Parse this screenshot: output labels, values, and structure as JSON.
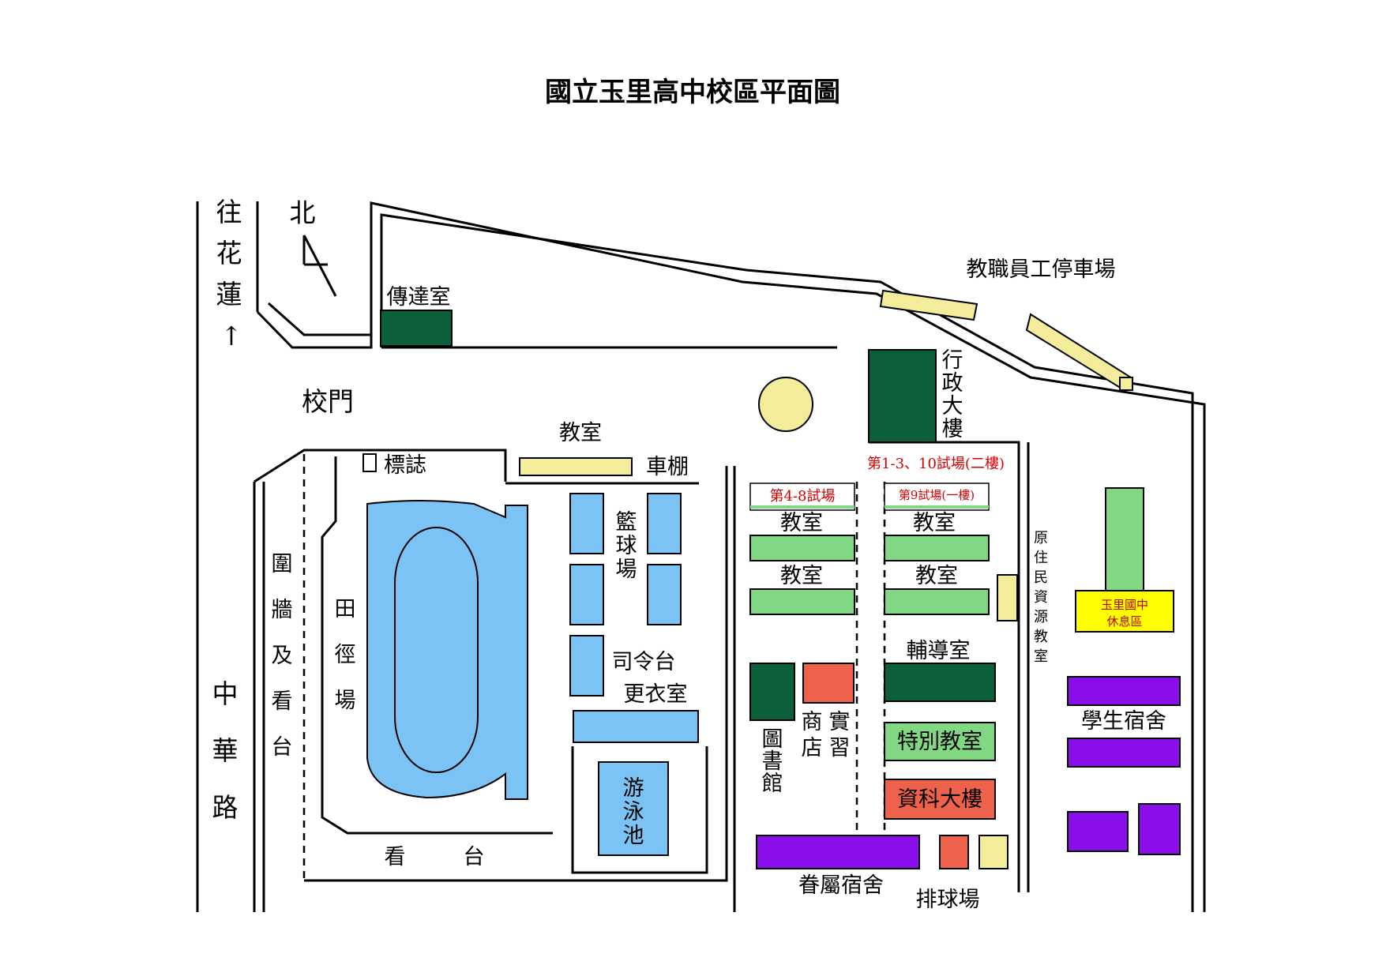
{
  "title": "國立玉里高中校區平面圖",
  "colors": {
    "admin_green": "#0b5f3a",
    "classroom_green": "#82d882",
    "court_blue": "#7cc3f5",
    "commerce_red": "#ee614a",
    "dorm_purple": "#8a0eea",
    "shed_yellow": "#f3ec9b",
    "rest_yellow": "#ffff00"
  },
  "roads": {
    "to_hualien": [
      "往",
      "花",
      "蓮"
    ],
    "up_arrow": "↑",
    "zhonghua_road": [
      "中",
      "華",
      "路"
    ]
  },
  "compass": {
    "north": "北"
  },
  "labels": {
    "gatehouse": "傳達室",
    "staff_parking": "教職員工停車場",
    "school_gate": "校門",
    "admin_building": [
      "行",
      "政",
      "大",
      "樓"
    ],
    "classroom_top": "教室",
    "sign": "標誌",
    "bike_shed": "車棚",
    "exam_rooms_1_3_10": "第1-3、10試場(二樓)",
    "exam_rooms_4_8": "第4-8試場",
    "exam_room_9": "第9試場(一樓)",
    "classroom_l1": "教室",
    "classroom_r1": "教室",
    "classroom_l2": "教室",
    "classroom_r2": "教室",
    "basketball_court": [
      "籃",
      "球",
      "場"
    ],
    "command_stage": "司令台",
    "changing_room": "更衣室",
    "swimming_pool": [
      "游",
      "泳",
      "池"
    ],
    "fence_and_stands": [
      "圍",
      "牆",
      "及",
      "看",
      "台"
    ],
    "track_field": [
      "田",
      "徑",
      "場"
    ],
    "stands_bottom": [
      "看",
      "台"
    ],
    "library": [
      "圖",
      "書",
      "館"
    ],
    "practice_store_a": [
      "商",
      "店"
    ],
    "practice_store_b": [
      "實",
      "習"
    ],
    "counseling_office": "輔導室",
    "special_classroom": "特別教室",
    "it_building": "資科大樓",
    "faculty_dorm": "眷屬宿舍",
    "volleyball_court": "排球場",
    "indigenous_center": [
      "原",
      "住",
      "民",
      "資",
      "源",
      "教",
      "室"
    ],
    "yuli_junior_rest": [
      "玉里國中",
      "休息區"
    ],
    "student_dorm": "學生宿舍"
  }
}
